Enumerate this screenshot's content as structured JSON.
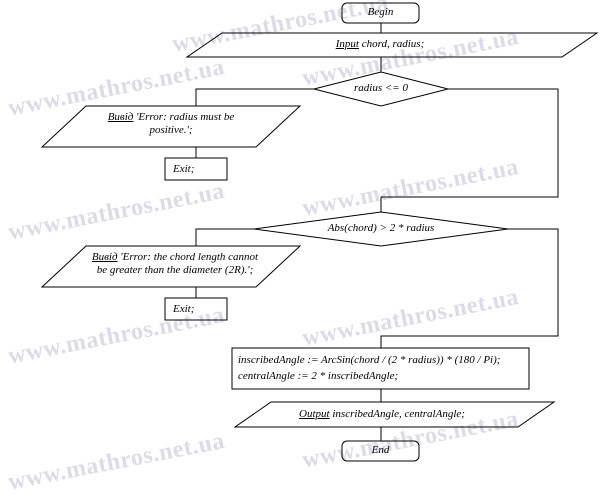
{
  "watermark": "www.mathros.net.ua",
  "blocks": {
    "begin": "Begin",
    "input_kw": "Input",
    "input_rest": " chord, radius;",
    "cond1": "radius <= 0",
    "out1_kw": "Вивід",
    "out1_line1": " 'Error: radius must be",
    "out1_line2": "positive.';",
    "exit1": "Exit;",
    "cond2": "Abs(chord) > 2 * radius",
    "out2_kw": "Вивід",
    "out2_line1": " 'Error: the chord length cannot",
    "out2_line2": "be greater than the diameter (2R).';",
    "exit2": "Exit;",
    "calc_line1": "inscribedAngle := ArcSin(chord / (2 * radius)) * (180 / Pi);",
    "calc_line2": "centralAngle := 2 * inscribedAngle;",
    "output_kw": "Output",
    "output_rest": " inscribedAngle, centralAngle;",
    "end": "End"
  }
}
